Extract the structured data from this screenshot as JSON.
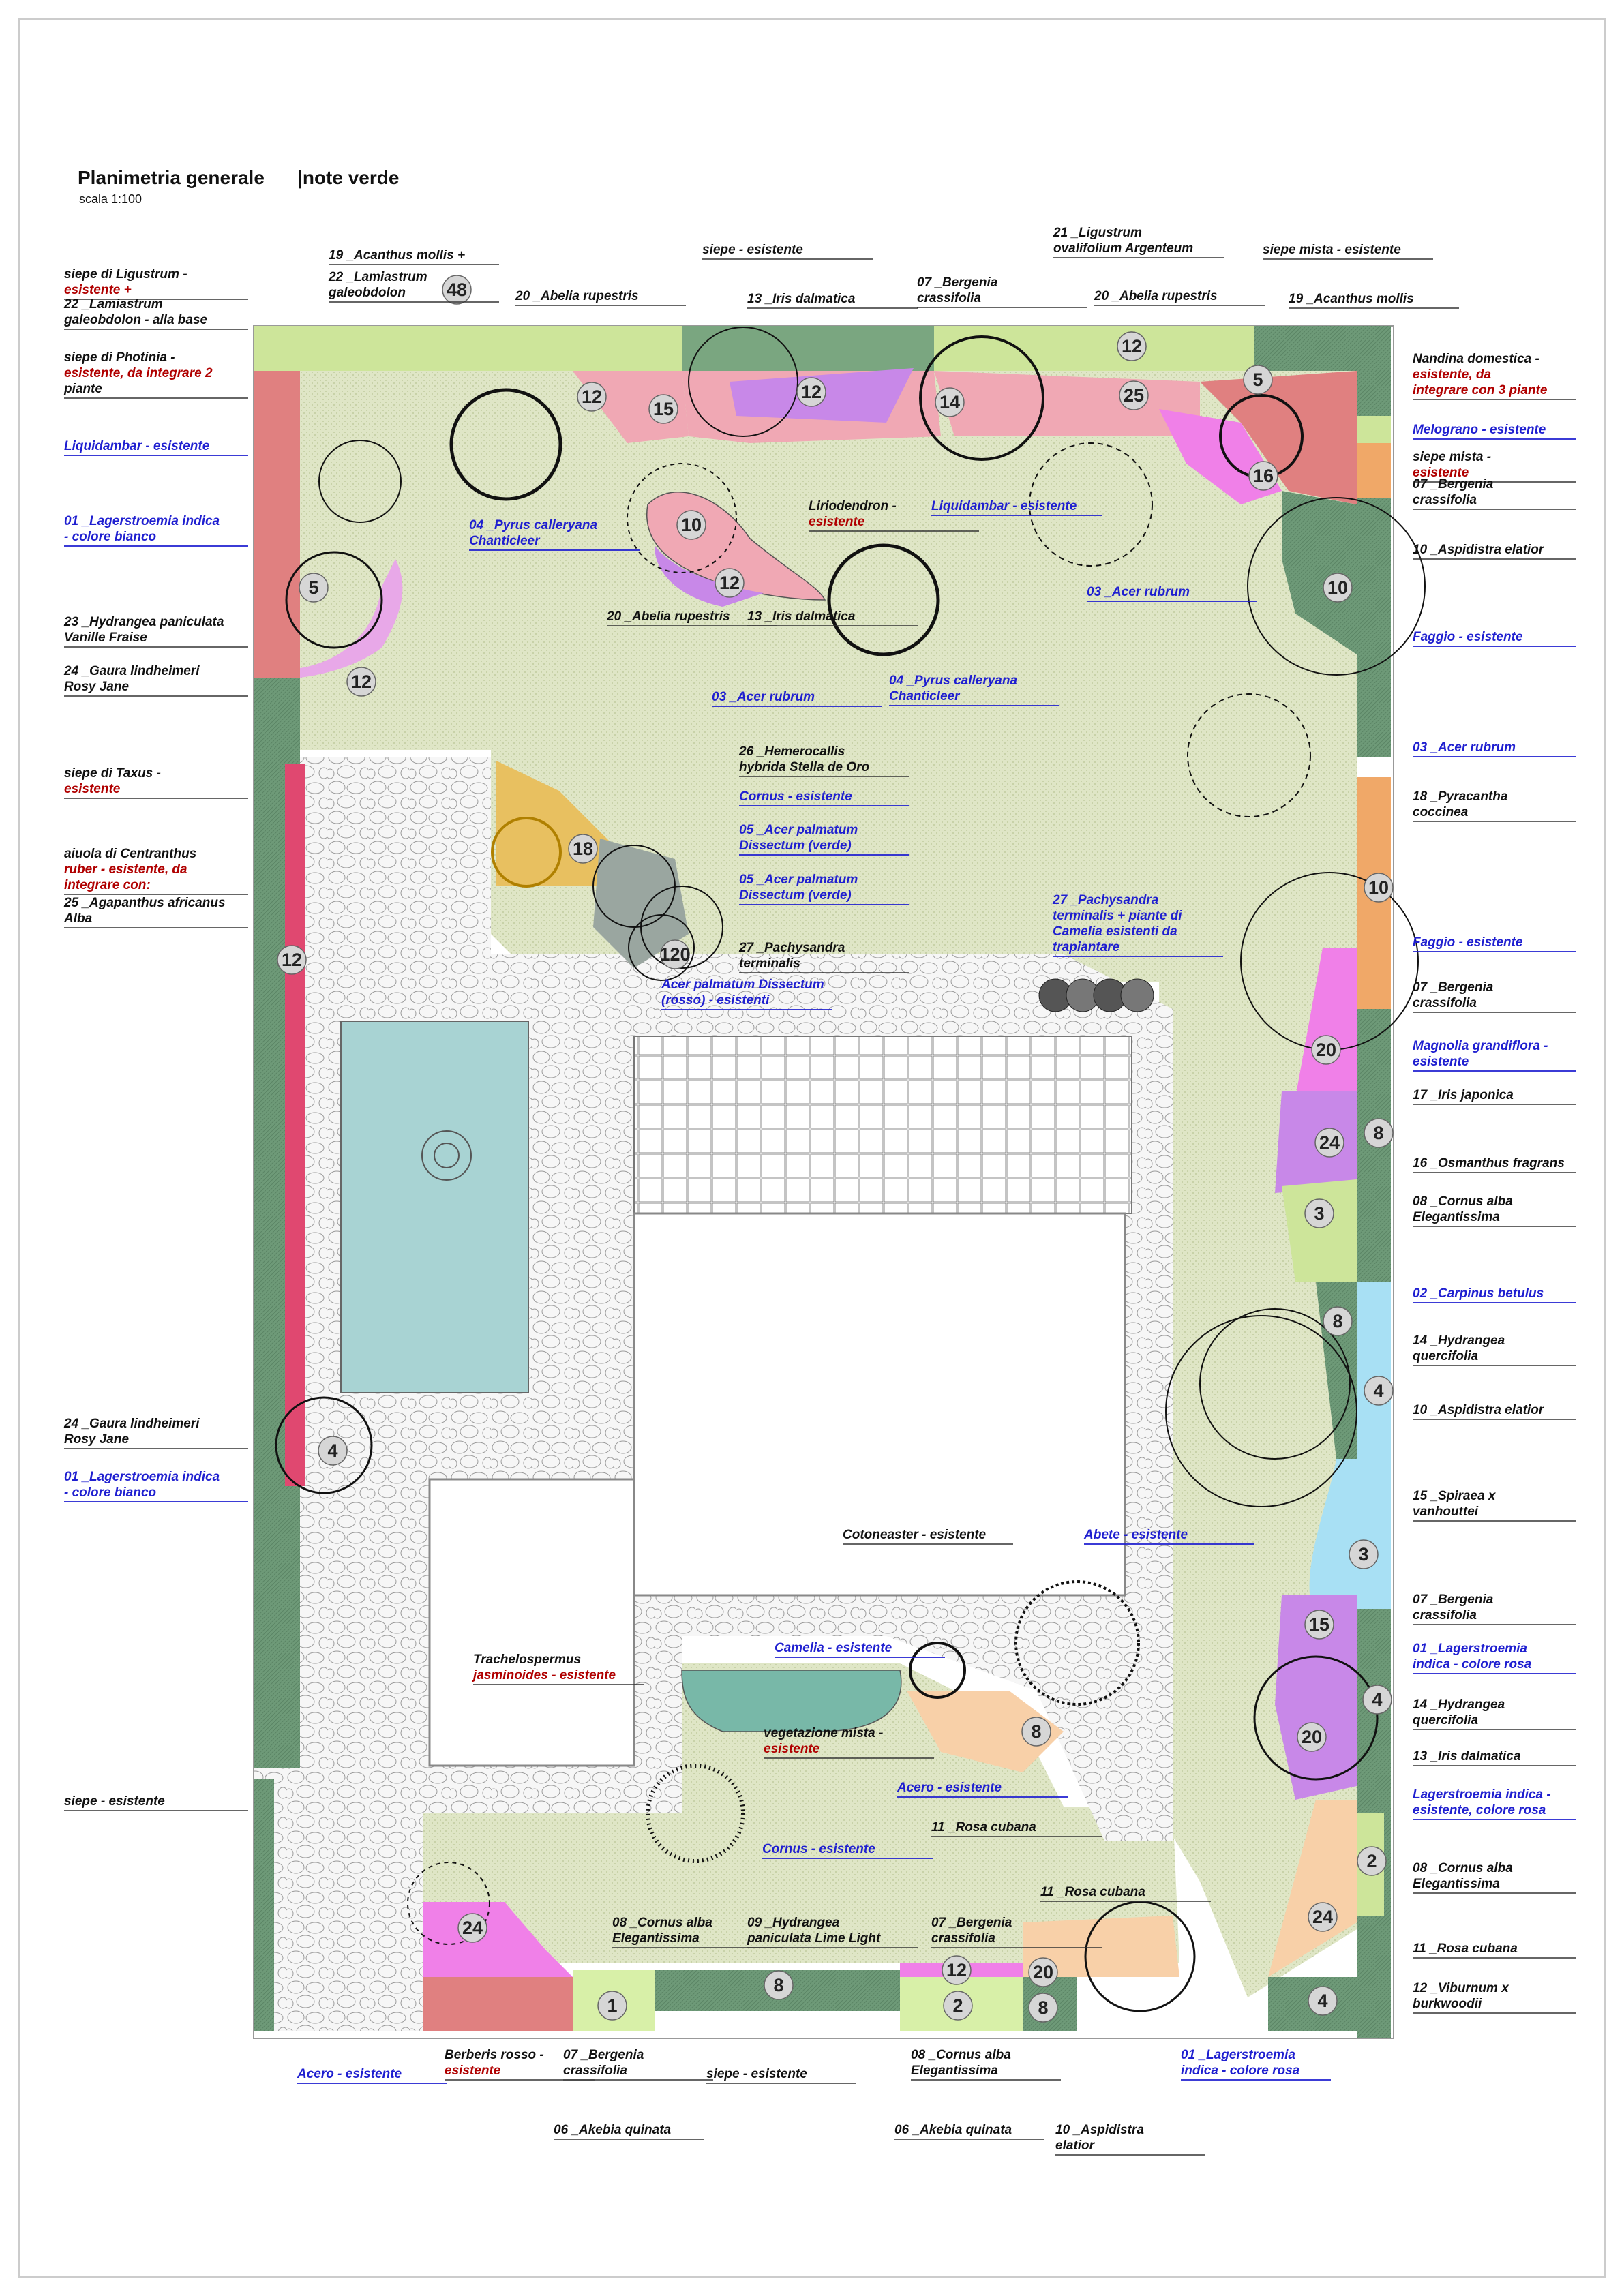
{
  "header": {
    "title": "Planimetria generale",
    "subtitle": "|note verde",
    "scale": "scala 1:100"
  },
  "colors": {
    "lawn": "#dfe6c6",
    "paving": "#f2f2f2",
    "pool": "#a8d3d3",
    "hedge_dark": "#6e9a78",
    "hedge_light": "#cde59a",
    "red_bed": "#e08080",
    "pink_bed": "#f0a8b4",
    "violet_bed": "#c888e8",
    "magenta_bed": "#f080e8",
    "orange_bed": "#f0a868",
    "blue_bed": "#a8e0f4",
    "crimson_hedge": "#e04870",
    "blue_label": "#1f1fd0",
    "red_label": "#b00000"
  },
  "bed_numbers": [
    "48",
    "12",
    "15",
    "12",
    "14",
    "25",
    "12",
    "5",
    "16",
    "10",
    "12",
    "10",
    "5",
    "12",
    "12",
    "18",
    "120",
    "10",
    "20",
    "24",
    "8",
    "3",
    "8",
    "4",
    "3",
    "15",
    "4",
    "20",
    "8",
    "2",
    "24",
    "4",
    "12",
    "4",
    "24",
    "1",
    "8",
    "2",
    "12",
    "20",
    "8"
  ],
  "labels_left": [
    {
      "text": "siepe di Ligustrum - esistente +"
    },
    {
      "text": "22 _Lamiastrum galeobdolon - alla base"
    },
    {
      "text": "siepe di Photinia - esistente, da integrare 2 piante"
    },
    {
      "text": "Liquidambar - esistente"
    },
    {
      "text": "01 _Lagerstroemia indica - colore bianco"
    },
    {
      "text": "23 _Hydrangea paniculata Vanille Fraise"
    },
    {
      "text": "24 _Gaura lindheimeri Rosy Jane"
    },
    {
      "text": "siepe di Taxus - esistente"
    },
    {
      "text": "aiuola di Centranthus ruber - esistente, da integrare con:"
    },
    {
      "text": "25 _Agapanthus africanus Alba"
    },
    {
      "text": "24 _Gaura lindheimeri Rosy Jane"
    },
    {
      "text": "01 _Lagerstroemia indica - colore bianco"
    },
    {
      "text": "siepe - esistente"
    }
  ],
  "labels_top": [
    {
      "text": "19 _Acanthus mollis +"
    },
    {
      "text": "22 _Lamiastrum galeobdolon"
    },
    {
      "text": "20 _Abelia rupestris"
    },
    {
      "text": "siepe - esistente"
    },
    {
      "text": "13 _Iris dalmatica"
    },
    {
      "text": "07 _Bergenia crassifolia"
    },
    {
      "text": "21 _Ligustrum ovalifolium Argenteum"
    },
    {
      "text": "20 _Abelia rupestris"
    },
    {
      "text": "siepe mista - esistente"
    },
    {
      "text": "19 _Acanthus mollis"
    }
  ],
  "labels_right": [
    {
      "text": "Nandina domestica - esistente, da integrare con 3 piante"
    },
    {
      "text": "Melograno - esistente"
    },
    {
      "text": "siepe mista - esistente"
    },
    {
      "text": "07 _Bergenia crassifolia"
    },
    {
      "text": "10 _Aspidistra elatior"
    },
    {
      "text": "Faggio - esistente"
    },
    {
      "text": "03 _Acer rubrum"
    },
    {
      "text": "18 _Pyracantha coccinea"
    },
    {
      "text": "Faggio - esistente"
    },
    {
      "text": "07 _Bergenia crassifolia"
    },
    {
      "text": "Magnolia grandiflora - esistente"
    },
    {
      "text": "17 _Iris japonica"
    },
    {
      "text": "16 _Osmanthus fragrans"
    },
    {
      "text": "08 _Cornus alba Elegantissima"
    },
    {
      "text": "02 _Carpinus betulus"
    },
    {
      "text": "14 _Hydrangea quercifolia"
    },
    {
      "text": "10 _Aspidistra elatior"
    },
    {
      "text": "15 _Spiraea x vanhouttei"
    },
    {
      "text": "07 _Bergenia crassifolia"
    },
    {
      "text": "01 _Lagerstroemia indica - colore rosa"
    },
    {
      "text": "14 _Hydrangea quercifolia"
    },
    {
      "text": "13 _Iris dalmatica"
    },
    {
      "text": "Lagerstroemia indica - esistente, colore rosa"
    },
    {
      "text": "08 _Cornus alba Elegantissima"
    },
    {
      "text": "11 _Rosa cubana"
    },
    {
      "text": "12 _Viburnum x burkwoodii"
    }
  ],
  "labels_center": [
    {
      "text": "04 _Pyrus calleryana Chanticleer"
    },
    {
      "text": "Liriodendron - esistente"
    },
    {
      "text": "Liquidambar - esistente"
    },
    {
      "text": "03 _Acer rubrum"
    },
    {
      "text": "20 _Abelia rupestris"
    },
    {
      "text": "13 _Iris dalmatica"
    },
    {
      "text": "03 _Acer rubrum"
    },
    {
      "text": "04 _Pyrus calleryana Chanticleer"
    },
    {
      "text": "26 _Hemerocallis hybrida Stella de Oro"
    },
    {
      "text": "Cornus - esistente"
    },
    {
      "text": "05 _Acer palmatum Dissectum (verde)"
    },
    {
      "text": "05 _Acer palmatum Dissectum (verde)"
    },
    {
      "text": "27 _Pachysandra terminalis"
    },
    {
      "text": "Acer palmatum Dissectum (rosso) - esistenti"
    },
    {
      "text": "27 _Pachysandra terminalis + piante di Camelia esistenti da trapiantare"
    },
    {
      "text": "Cotoneaster - esistente"
    },
    {
      "text": "Abete - esistente"
    },
    {
      "text": "Camelia - esistente"
    },
    {
      "text": "Trachelospermus jasminoides - esistente"
    },
    {
      "text": "vegetazione mista - esistente"
    },
    {
      "text": "Acero - esistente"
    },
    {
      "text": "11 _Rosa cubana"
    },
    {
      "text": "Cornus - esistente"
    },
    {
      "text": "11 _Rosa cubana"
    },
    {
      "text": "08 _Cornus alba Elegantissima"
    },
    {
      "text": "09 _Hydrangea paniculata Lime Light"
    },
    {
      "text": "07 _Bergenia crassifolia"
    }
  ],
  "labels_bottom": [
    {
      "text": "Acero - esistente"
    },
    {
      "text": "Berberis rosso - esistente"
    },
    {
      "text": "07 _Bergenia crassifolia"
    },
    {
      "text": "siepe - esistente"
    },
    {
      "text": "08 _Cornus alba Elegantissima"
    },
    {
      "text": "01 _Lagerstroemia indica - colore rosa"
    },
    {
      "text": "06 _Akebia quinata"
    },
    {
      "text": "06 _Akebia quinata"
    },
    {
      "text": "10 _Aspidistra elatior"
    }
  ]
}
